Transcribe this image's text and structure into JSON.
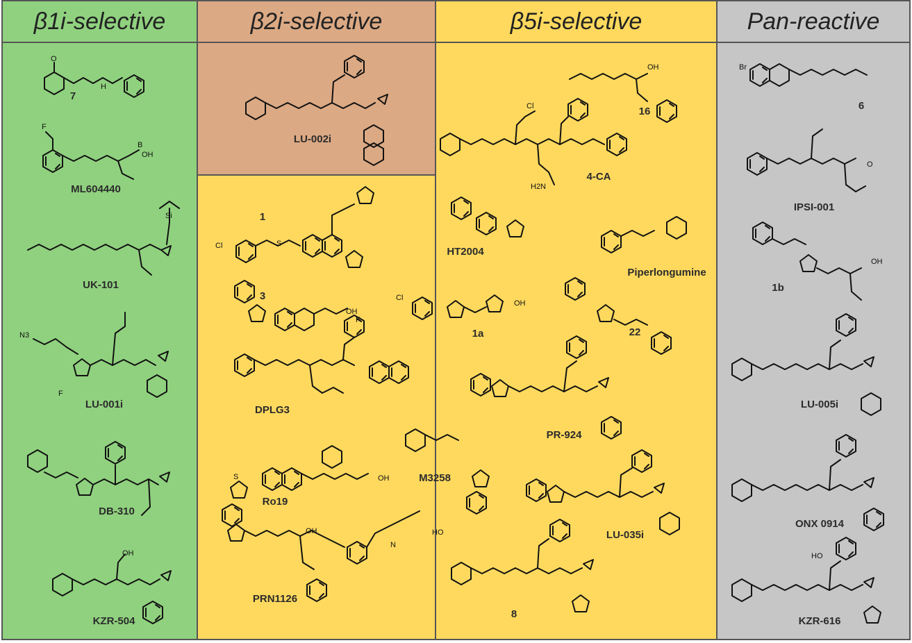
{
  "columns": [
    {
      "title": "β1i-selective",
      "color": "#90d17f"
    },
    {
      "title": "β2i-selective",
      "color": "#dba984"
    },
    {
      "title": "β5i-selective",
      "color": "#ffd95e"
    },
    {
      "title": "Pan-reactive",
      "color": "#c6c6c6"
    }
  ],
  "compounds": {
    "c7": "7",
    "ml604440": "ML604440",
    "uk101": "UK-101",
    "lu001i": "LU-001i",
    "db310": "DB-310",
    "kzr504": "KZR-504",
    "lu002i": "LU-002i",
    "c1": "1",
    "c3": "3",
    "dplg3": "DPLG3",
    "ro19": "Ro19",
    "prn1126": "PRN1126",
    "c16": "16",
    "ca4": "4-CA",
    "ht2004": "HT2004",
    "piperlongumine": "Piperlongumine",
    "c1a": "1a",
    "c22": "22",
    "pr924": "PR-924",
    "m3258": "M3258",
    "lu035i": "LU-035i",
    "c8": "8",
    "c6": "6",
    "ipsi001": "IPSI-001",
    "c1b": "1b",
    "lu005i": "LU-005i",
    "onx0914": "ONX 0914",
    "kzr616": "KZR-616"
  },
  "atoms": {
    "o": "O",
    "n": "N",
    "nh": "N\nH",
    "h": "H",
    "b": "B",
    "oh": "OH",
    "ho": "HO",
    "f": "F",
    "cl": "Cl",
    "br": "Br",
    "s": "S",
    "si": "Si",
    "n3": "N3",
    "h2n": "H2N"
  }
}
